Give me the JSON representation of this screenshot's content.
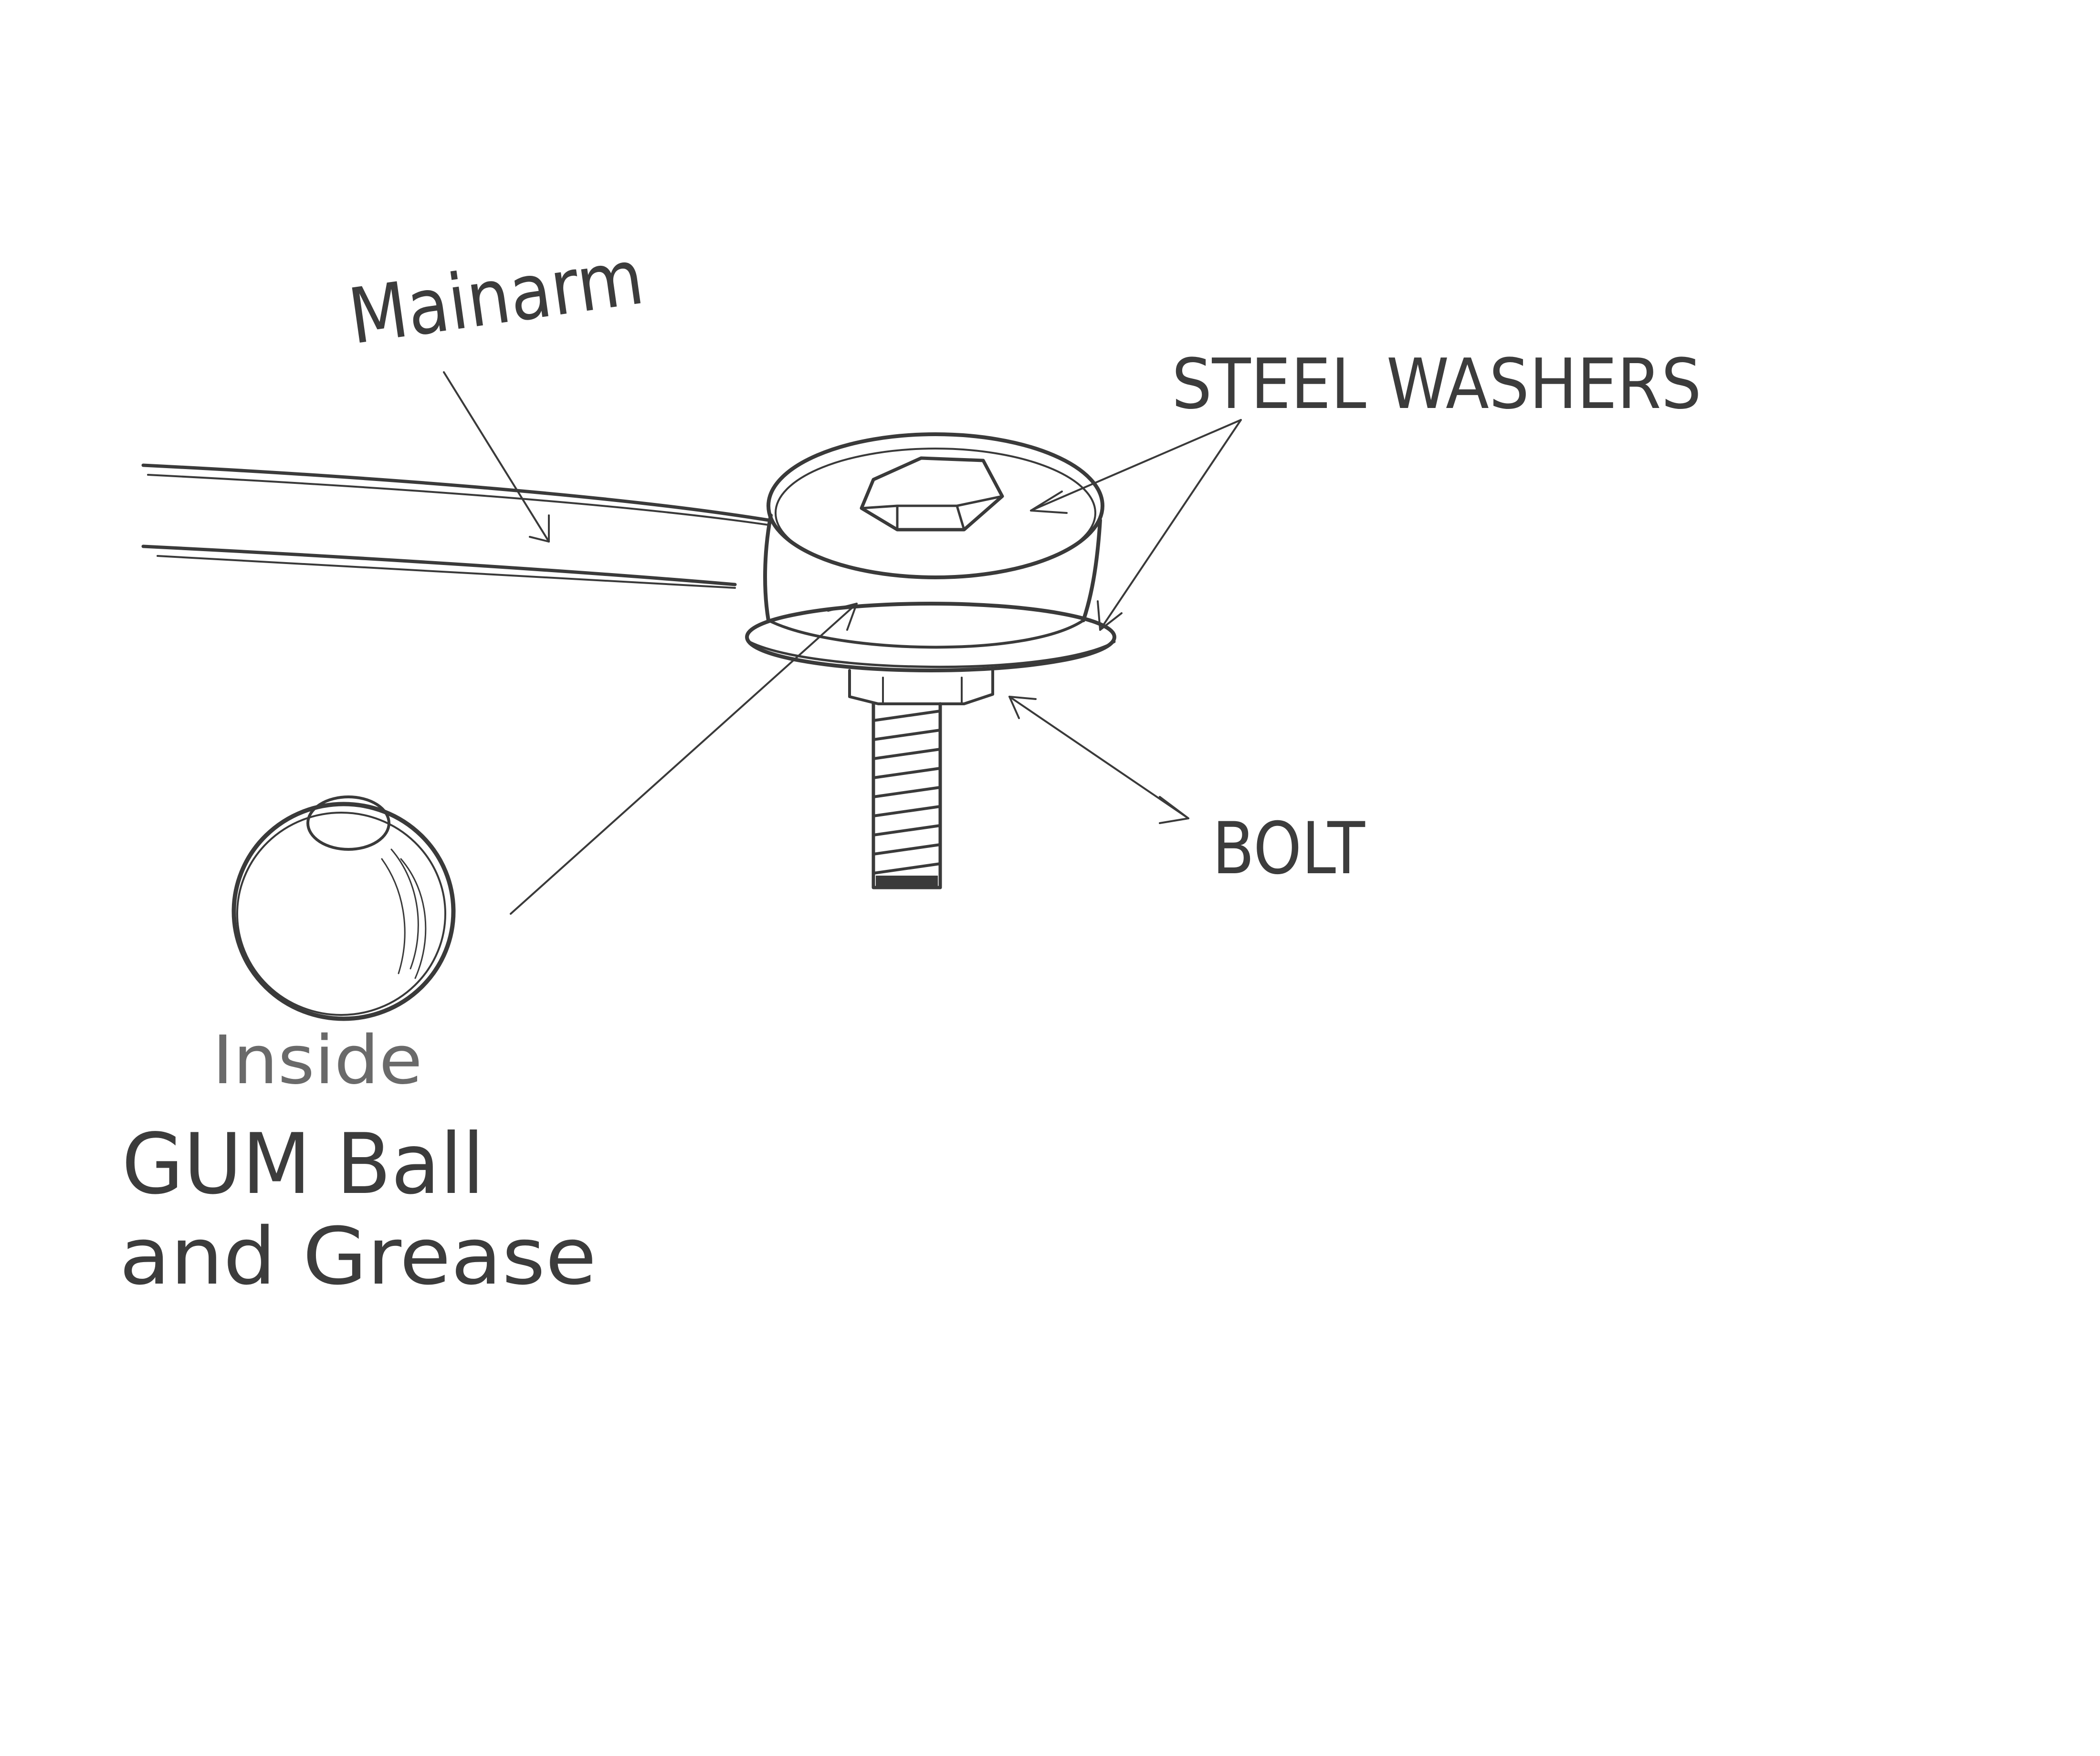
{
  "labels": {
    "main_arm": "Mainarm",
    "steel_washers": "STEEL WASHERS",
    "bolt": "BOLT",
    "inside": "Inside",
    "gum_ball": "GUM Ball",
    "and_grease": "and Grease"
  },
  "colors": {
    "ink": "#3a3a3a",
    "paper": "#ffffff",
    "light_ink": "#6a6a6a"
  }
}
